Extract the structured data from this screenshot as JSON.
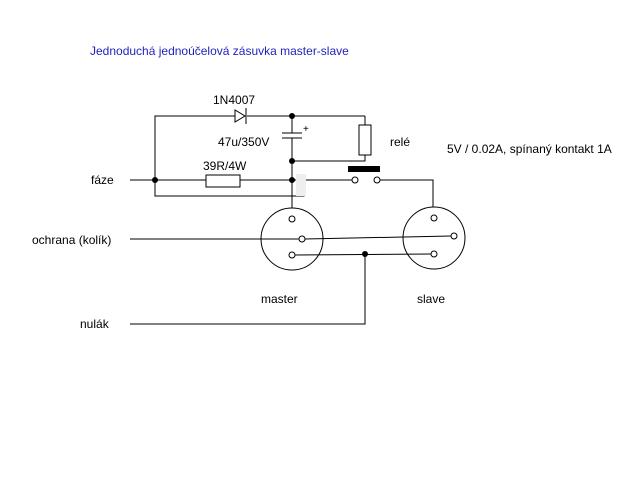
{
  "title": "Jednoduchá jednoúčelová zásuvka master-slave",
  "colors": {
    "title": "#1f1fbf",
    "wire": "#000000",
    "background": "#ffffff"
  },
  "labels": {
    "diode": "1N4007",
    "capacitor": "47u/350V",
    "capacitor_polarity": "+",
    "relay": "relé",
    "relay_spec": "5V / 0.02A, spínaný kontakt 1A",
    "resistor": "39R/4W",
    "phase": "fáze",
    "protective_earth": "ochrana (kolík)",
    "neutral": "nulák",
    "master": "master",
    "slave": "slave"
  }
}
